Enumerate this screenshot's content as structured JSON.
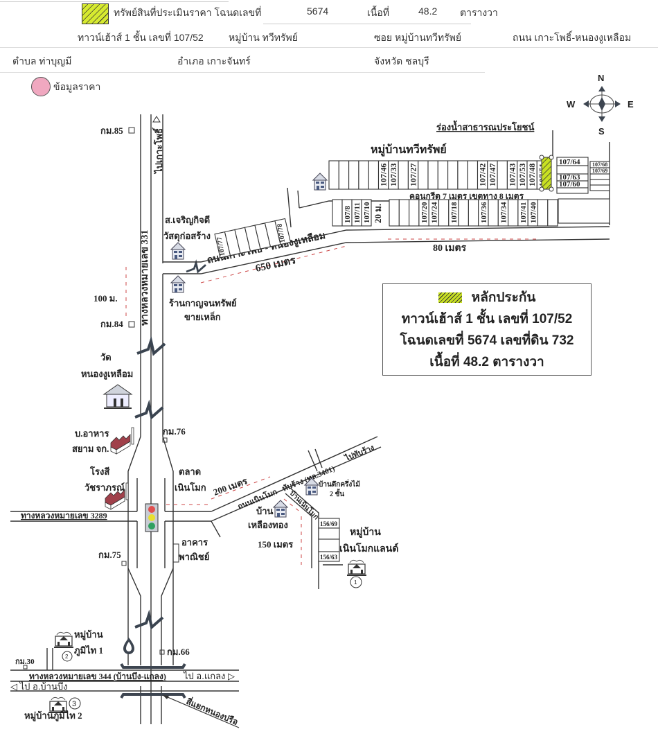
{
  "header": {
    "asset_label": "ทรัพย์สินที่ประเมินราคา โฉนดเลขที่",
    "deed_no": "5674",
    "area_label": "เนื้อที่",
    "area_value": "48.2",
    "area_unit": "ตารางวา",
    "house": "ทาวน์เฮ้าส์ 1 ชั้น เลขที่ 107/52",
    "village": "หมู่บ้าน ทวีทรัพย์",
    "soi": "ซอย หมู่บ้านทวีทรัพย์",
    "road": "ถนน เกาะโพธิ์-หนองงูเหลือม",
    "subdistrict": "ตำบล ท่าบุญมี",
    "district": "อำเภอ เกาะจันทร์",
    "province": "จังหวัด ชลบุรี",
    "price_data_label": "ข้อมูลราคา"
  },
  "colors": {
    "subject_fill": "#c8e022",
    "price_marker": "#f0a8c0",
    "dash": "#cc4444",
    "roof": "#a0404a"
  },
  "compass": {
    "n": "N",
    "s": "S",
    "e": "E",
    "w": "W"
  },
  "legend": {
    "title": "หลักประกัน",
    "line1": "ทาวน์เฮ้าส์ 1 ชั้น  เลขที่ 107/52",
    "line2": "โฉนดเลขที่ 5674 เลขที่ดิน 732",
    "line3": "เนื้อที่ 48.2 ตารางวา"
  },
  "map": {
    "village_name": "หมู่บ้านทวีทรัพย์",
    "drain": "ร่องน้ำสาธารณประโยชน์",
    "concrete_road": "คอนกรีต 7 เมตร เขตทาง 8 เมตร",
    "width_20": "20 ม.",
    "dist_80": "80 เมตร",
    "dist_650": "650 เมตร",
    "dist_100": "100 ม.",
    "dist_200": "200 เมตร",
    "dist_150": "150 เมตร",
    "road_kopho": "ถนนเกาะโพธิ์ - หนองงูเหลือม",
    "highway_331": "ทางหลวงหมายเลข 331",
    "to_kopho": "ไปเกาะโพธิ์",
    "km85": "กม.85",
    "km84": "กม.84",
    "km76": "กม.76",
    "km75": "กม.75",
    "km66": "กม.66",
    "km30": "กม.30",
    "shop1_a": "ส.เจริญกิจดี",
    "shop1_b": "วัสดุก่อสร้าง",
    "shop2_a": "ร้านกาญจนทรัพย์",
    "shop2_b": "ขายเหล็ก",
    "temple_a": "วัด",
    "temple_b": "หนองงูเหลือม",
    "factory1_a": "บ.อาหาร",
    "factory1_b": "สยาม จก.",
    "factory2_a": "โรงสี",
    "factory2_b": "วัชราภรณ์",
    "market_a": "ตลาด",
    "market_b": "เนินโมก",
    "commercial_a": "อาคาร",
    "commercial_b": "พาณิชย์",
    "highway_3289": "ทางหลวงหมายเลข 3289",
    "road_noenmok": "ถนนเนินโมก - ทับร้าง (ทล.3401)",
    "to_thabrang": "ไปทับร้าง",
    "soi4": "บ้านเนินโมก ซอย 4",
    "house_wood_a": "บ้านตึกครึ่งไม้",
    "house_wood_b": "2 ชั้น",
    "house_yellow_a": "บ้าน",
    "house_yellow_b": "เหลืองทอง",
    "lot_156_69": "156/69",
    "lot_156_63": "156/63",
    "noenmok_land_a": "หมู่บ้าน",
    "noenmok_land_b": "เนินโมกแลนด์",
    "marker1": "1",
    "marker2": "2",
    "marker3": "3",
    "phumithai1_a": "หมู่บ้าน",
    "phumithai1_b": "ภูมิไท 1",
    "phumithai2": "หมู่บ้านภูมิไท 2",
    "highway_344": "ทางหลวงหมายเลข 344 (บ้านบึง-แกลง)",
    "to_klaeng": "ไป อ.แกลง ▷",
    "to_banbueng": "◁ ไป อ.บ้านบึง",
    "nongprue": "สี่แยกหนองปรือ"
  },
  "lots_top": [
    "",
    "",
    "",
    "",
    "",
    "107/46",
    "107/33",
    "",
    "107/27",
    "",
    "",
    "",
    "",
    "",
    "",
    "107/42",
    "107/47",
    "",
    "107/43",
    "107/53",
    "107/48",
    "107/51"
  ],
  "lots_bottom_a": [
    "",
    "107/8",
    "107/11",
    "107/10"
  ],
  "lots_bottom_b": [
    "",
    "",
    "",
    "107/20",
    "107/24",
    "",
    "107/18",
    "",
    "",
    "107/36",
    "",
    "107/34",
    "",
    "107/41",
    "107/40",
    "",
    ""
  ],
  "lots_diag": [
    "107/77",
    "",
    "",
    "",
    "",
    "",
    "107/78"
  ],
  "lots_right": [
    "107/64",
    "",
    "107/63",
    "107/60",
    ""
  ],
  "lots_far_right": [
    "107/68",
    "107/69",
    "",
    "",
    ""
  ]
}
